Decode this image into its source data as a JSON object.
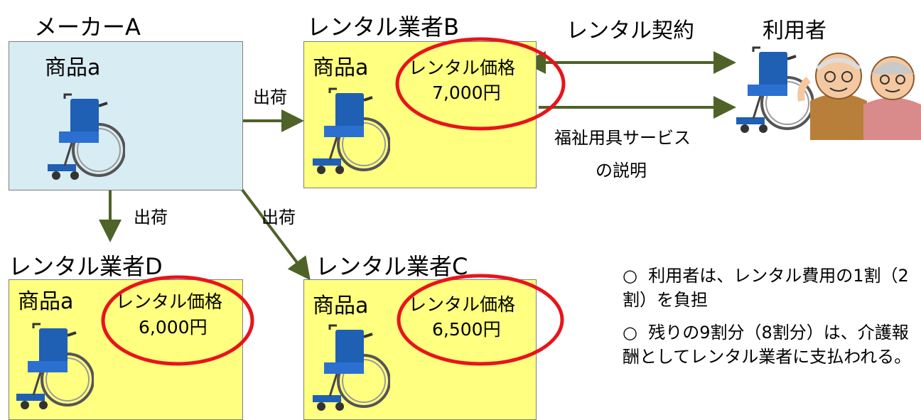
{
  "maker": {
    "title": "メーカーA",
    "product": "商品a"
  },
  "vendor_b": {
    "title": "レンタル業者B",
    "product": "商品a",
    "price_label": "レンタル価格",
    "price": "7,000円"
  },
  "vendor_c": {
    "title": "レンタル業者C",
    "product": "商品a",
    "price_label": "レンタル価格",
    "price": "6,500円"
  },
  "vendor_d": {
    "title": "レンタル業者D",
    "product": "商品a",
    "price_label": "レンタル価格",
    "price": "6,000円"
  },
  "shipment_label": "出荷",
  "contract_label": "レンタル契約",
  "user_label": "利用者",
  "service_explanation": [
    "福祉用具サービス",
    "の説明"
  ],
  "notes": [
    {
      "marker": "○",
      "text": "利用者は、レンタル費用の1割（2割）を負担"
    },
    {
      "marker": "○",
      "text": "残りの9割分（8割分）は、介護報酬としてレンタル業者に支払われる。"
    }
  ],
  "colors": {
    "arrow": "#4f6228",
    "price_circle": "#e8141b",
    "maker_fill": "#d8ecf3",
    "vendor_fill": "#ffff80",
    "wheelchair": "#1f5fb4"
  },
  "icons": [
    "wheelchair-icon",
    "elderly-couple-icon"
  ]
}
